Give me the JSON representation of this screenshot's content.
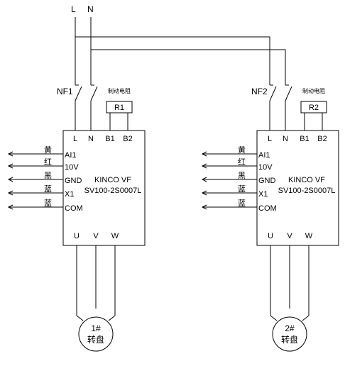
{
  "supply": {
    "line_label": "L",
    "neutral_label": "N"
  },
  "units": [
    {
      "breaker": "NF1",
      "resistor": {
        "caption": "制动电阻",
        "id": "R1"
      },
      "top_terminals": [
        "L",
        "N",
        "B1",
        "B2"
      ],
      "model_line1": "KINCO VF",
      "model_line2": "SV100-2S0007L",
      "signals": [
        {
          "color": "黄",
          "terminal": "AI1"
        },
        {
          "color": "红",
          "terminal": "10V"
        },
        {
          "color": "黑",
          "terminal": "GND"
        },
        {
          "color": "蓝",
          "terminal": "X1"
        },
        {
          "color": "蓝",
          "terminal": "COM"
        }
      ],
      "outputs": [
        "U",
        "V",
        "W"
      ],
      "motor": {
        "number": "1#",
        "name": "转盘"
      }
    },
    {
      "breaker": "NF2",
      "resistor": {
        "caption": "制动电阻",
        "id": "R2"
      },
      "top_terminals": [
        "L",
        "N",
        "B1",
        "B2"
      ],
      "model_line1": "KINCO VF",
      "model_line2": "SV100-2S0007L",
      "signals": [
        {
          "color": "黄",
          "terminal": "AI1"
        },
        {
          "color": "红",
          "terminal": "10V"
        },
        {
          "color": "黑",
          "terminal": "GND"
        },
        {
          "color": "蓝",
          "terminal": "X1"
        },
        {
          "color": "蓝",
          "terminal": "COM"
        }
      ],
      "outputs": [
        "U",
        "V",
        "W"
      ],
      "motor": {
        "number": "2#",
        "name": "转盘"
      }
    }
  ]
}
